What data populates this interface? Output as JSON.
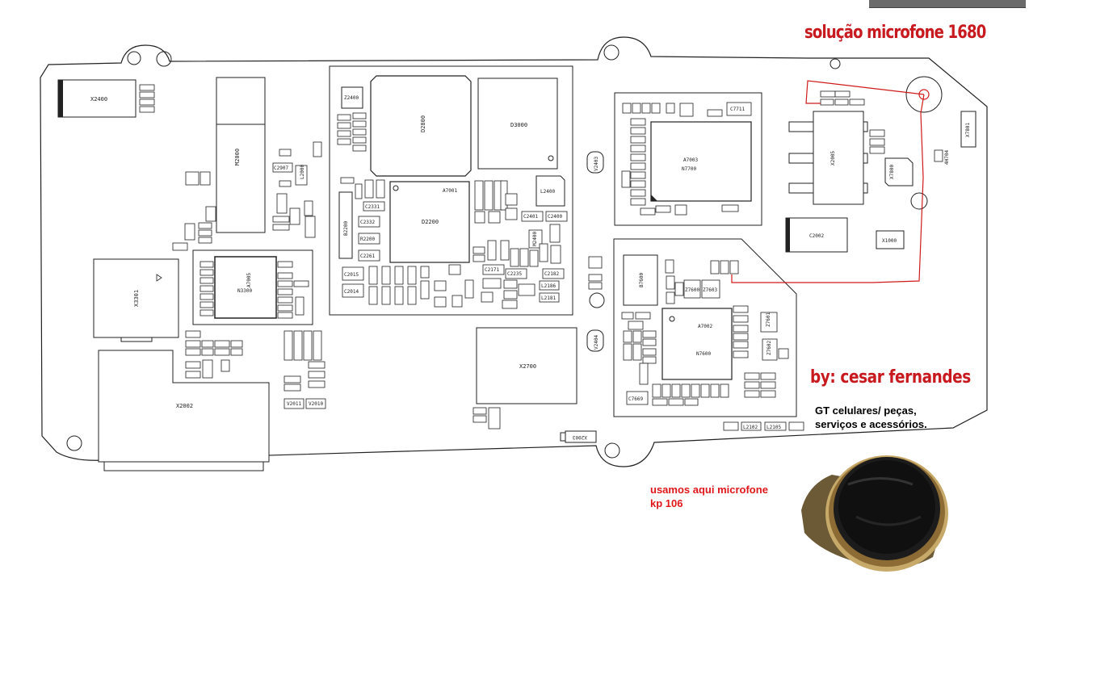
{
  "title": "solução microfone 1680",
  "author": "by: cesar fernandes",
  "shop": [
    "GT celulares/ peças,",
    "serviços e acessórios."
  ],
  "note": [
    "usamos aqui microfone",
    "kp 106"
  ],
  "colors": {
    "annotation": "#c8191e",
    "trace": "#d01a1a",
    "board_line": "#222222"
  },
  "components": {
    "X2400": "X2400",
    "M2000": "M2000",
    "D2800": "D2800",
    "D3000": "D3000",
    "Z2400": "Z2400",
    "A7001": "A7001",
    "D2200": "D2200",
    "L2400": "L2400",
    "A7003": "A7003",
    "N7700": "N7700",
    "C7711": "C7711",
    "X2005": "X2005",
    "X1000": "X1000",
    "C2002": "C2002",
    "X3301": "X3301",
    "N3300": "N3300",
    "A7005": "A7005",
    "X2002": "X2002",
    "X2700": "X2700",
    "B7600": "B7600",
    "Z7600": "Z7600",
    "Z7603": "Z7603",
    "A7002": "A7002",
    "N7600": "N7600",
    "C7669": "C7669",
    "Z7602": "Z7602",
    "Z7601": "Z7601",
    "L2102": "L2102",
    "L2105": "L2105",
    "X2003": "X2003",
    "V2403": "V2403",
    "V2404": "V2404",
    "C2907": "C2907",
    "L2000": "L2000",
    "B2200": "B2200",
    "R2200": "R2200",
    "C2331": "C2331",
    "C2332": "C2332",
    "C2261": "C2261",
    "C2015": "C2015",
    "C2014": "C2014",
    "C2401": "C2401",
    "C2400": "C2400",
    "C2171": "C2171",
    "C2235": "C2235",
    "C2182": "C2182",
    "L2186": "L2186",
    "L2181": "L2181",
    "M2400": "M2400",
    "V2011": "V2011",
    "V2010": "V2010",
    "X7801": "X7801",
    "X7800": "X7800",
    "H704": "4H704"
  }
}
